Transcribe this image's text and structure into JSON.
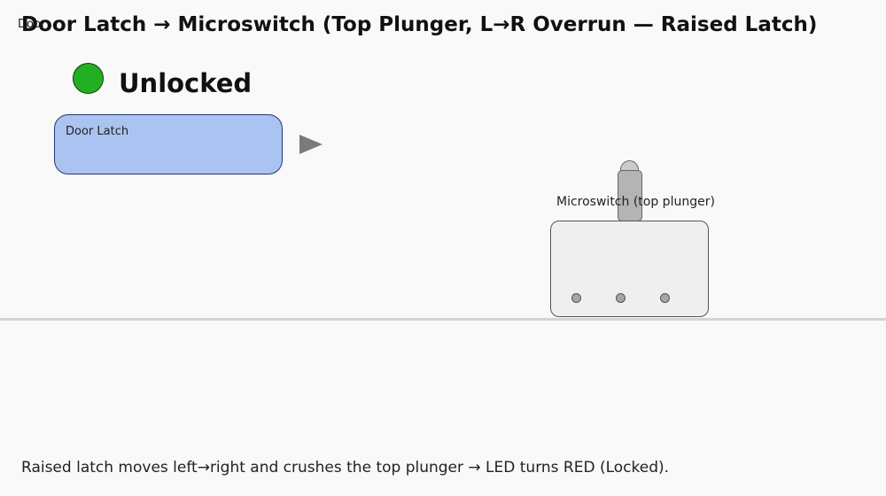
{
  "diagram": {
    "corner_label": "Door",
    "title": "Door Latch → Microswitch (Top Plunger, L→R Overrun — Raised Latch)",
    "status": {
      "text": "Unlocked",
      "led_color": "#22b022",
      "led_icon": "led-indicator-icon"
    },
    "latch": {
      "label": "Door Latch",
      "fill_color": "#aac3f0",
      "direction_icon": "right-arrow-icon"
    },
    "microswitch": {
      "label": "Microswitch (top plunger)",
      "pins": 3
    },
    "caption": "Raised latch moves left→right and crushes the top plunger → LED turns RED (Locked)."
  }
}
